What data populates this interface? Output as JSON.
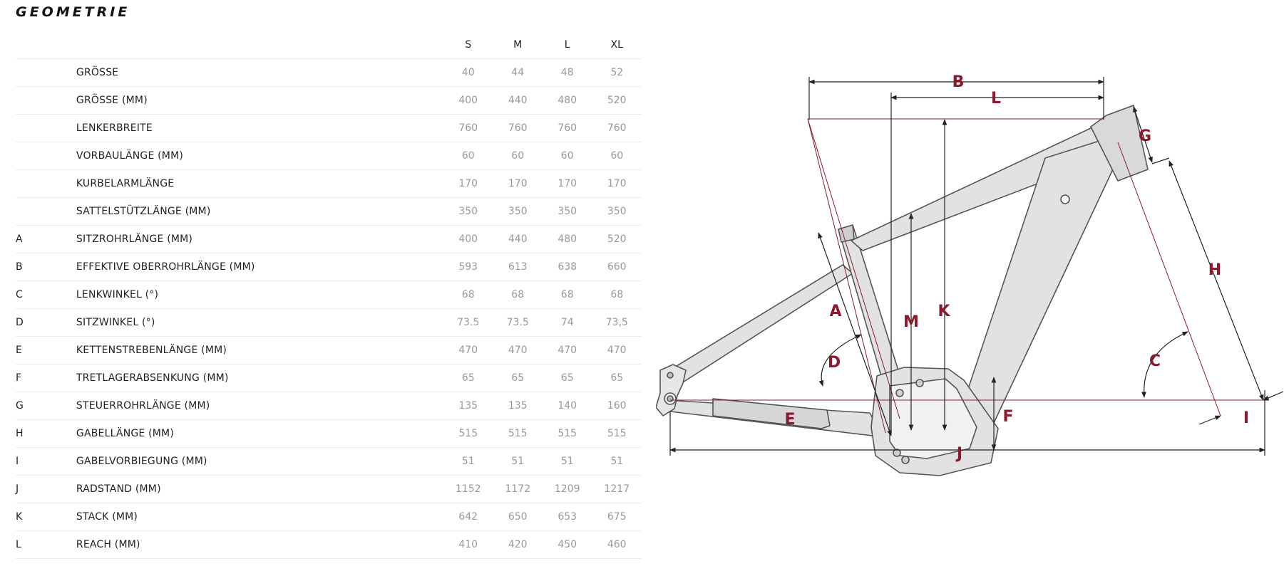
{
  "title": "GEOMETRIE",
  "colors": {
    "accent": "#8b1a2c",
    "value_text": "#999999",
    "frame_fill": "#e2e2e2",
    "frame_stroke": "#555555"
  },
  "table": {
    "sizes": [
      "S",
      "M",
      "L",
      "XL"
    ],
    "rows": [
      {
        "key": "",
        "label": "GRÖSSE",
        "values": [
          "40",
          "44",
          "48",
          "52"
        ]
      },
      {
        "key": "",
        "label": "GRÖSSE (MM)",
        "values": [
          "400",
          "440",
          "480",
          "520"
        ]
      },
      {
        "key": "",
        "label": "LENKERBREITE",
        "values": [
          "760",
          "760",
          "760",
          "760"
        ]
      },
      {
        "key": "",
        "label": "VORBAULÄNGE (MM)",
        "values": [
          "60",
          "60",
          "60",
          "60"
        ]
      },
      {
        "key": "",
        "label": "KURBELARMLÄNGE",
        "values": [
          "170",
          "170",
          "170",
          "170"
        ]
      },
      {
        "key": "",
        "label": "SATTELSTÜTZLÄNGE (MM)",
        "values": [
          "350",
          "350",
          "350",
          "350"
        ]
      },
      {
        "key": "A",
        "label": "SITZROHRLÄNGE (MM)",
        "values": [
          "400",
          "440",
          "480",
          "520"
        ]
      },
      {
        "key": "B",
        "label": "EFFEKTIVE OBERROHRLÄNGE (MM)",
        "values": [
          "593",
          "613",
          "638",
          "660"
        ]
      },
      {
        "key": "C",
        "label": "LENKWINKEL (°)",
        "values": [
          "68",
          "68",
          "68",
          "68"
        ]
      },
      {
        "key": "D",
        "label": "SITZWINKEL (°)",
        "values": [
          "73.5",
          "73.5",
          "74",
          "73,5"
        ]
      },
      {
        "key": "E",
        "label": "KETTENSTREBENLÄNGE (MM)",
        "values": [
          "470",
          "470",
          "470",
          "470"
        ]
      },
      {
        "key": "F",
        "label": "TRETLAGERABSENKUNG (MM)",
        "values": [
          "65",
          "65",
          "65",
          "65"
        ]
      },
      {
        "key": "G",
        "label": "STEUERROHRLÄNGE (MM)",
        "values": [
          "135",
          "135",
          "140",
          "160"
        ]
      },
      {
        "key": "H",
        "label": "GABELLÄNGE (MM)",
        "values": [
          "515",
          "515",
          "515",
          "515"
        ]
      },
      {
        "key": "I",
        "label": "GABELVORBIEGUNG (MM)",
        "values": [
          "51",
          "51",
          "51",
          "51"
        ]
      },
      {
        "key": "J",
        "label": "RADSTAND (MM)",
        "values": [
          "1152",
          "1172",
          "1209",
          "1217"
        ]
      },
      {
        "key": "K",
        "label": "STACK (MM)",
        "values": [
          "642",
          "650",
          "653",
          "675"
        ]
      },
      {
        "key": "L",
        "label": "REACH (MM)",
        "values": [
          "410",
          "420",
          "450",
          "460"
        ]
      }
    ]
  },
  "diagram": {
    "letters": {
      "A": "A",
      "B": "B",
      "C": "C",
      "D": "D",
      "E": "E",
      "F": "F",
      "G": "G",
      "H": "H",
      "I": "I",
      "J": "J",
      "K": "K",
      "L": "L",
      "M": "M"
    }
  }
}
